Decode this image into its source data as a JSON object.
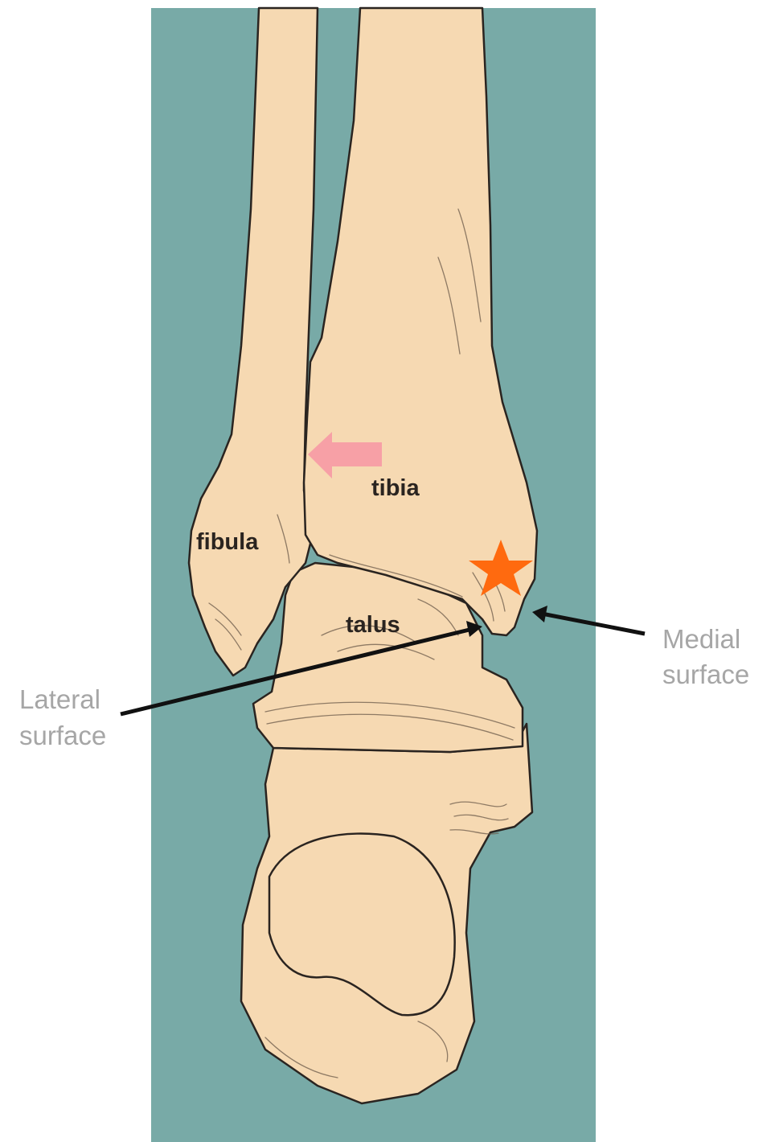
{
  "colors": {
    "background": "#78aaa7",
    "bone": "#f6d9b2",
    "outline": "#2a2420",
    "pink_arrow": "#f7a0a6",
    "star": "#ff6a0f",
    "pointer": "#111111",
    "side_label": "#a6a6a6"
  },
  "labels": {
    "tibia": "tibia",
    "fibula": "fibula",
    "talus": "talus",
    "lateral_line1": "Lateral",
    "lateral_line2": "surface",
    "medial_line1": "Medial",
    "medial_line2": "surface"
  },
  "markers": {
    "pink_arrow": "left-arrow-icon",
    "star": "star-icon"
  }
}
